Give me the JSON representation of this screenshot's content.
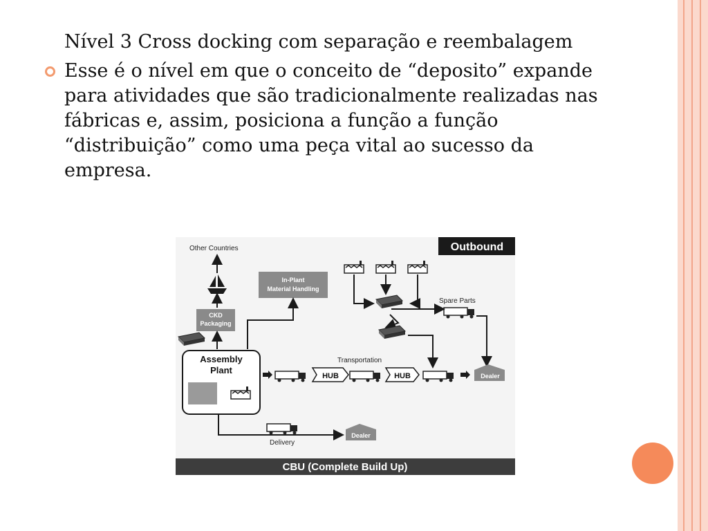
{
  "slide": {
    "heading": "Nível 3 Cross docking com separação e reembalagem",
    "bullet": "Esse é o nível em que o conceito de “deposito” expande para atividades que são tradicionalmente realizadas nas fábricas e, assim, posiciona a função a função “distribuição” como uma peça vital ao sucesso da empresa."
  },
  "diagram": {
    "badge": "Outbound",
    "footer": "CBU (Complete Build Up)",
    "other_countries": "Other Countries",
    "ckd_line1": "CKD",
    "ckd_line2": "Packaging",
    "inplant_line1": "In-Plant",
    "inplant_line2": "Material Handling",
    "spare_parts": "Spare Parts",
    "assembly_line1": "Assembly",
    "assembly_line2": "Plant",
    "transportation": "Transportation",
    "hub1": "HUB",
    "hub2": "HUB",
    "dealer1": "Dealer",
    "dealer2": "Dealer",
    "delivery": "Delivery"
  },
  "colors": {
    "accent": "#f58a5a",
    "border_light": "#fbd9cd",
    "border_stripe": "#f2a58a",
    "diagram_dark": "#1a1a1a",
    "diagram_grey": "#7a7a7a"
  }
}
